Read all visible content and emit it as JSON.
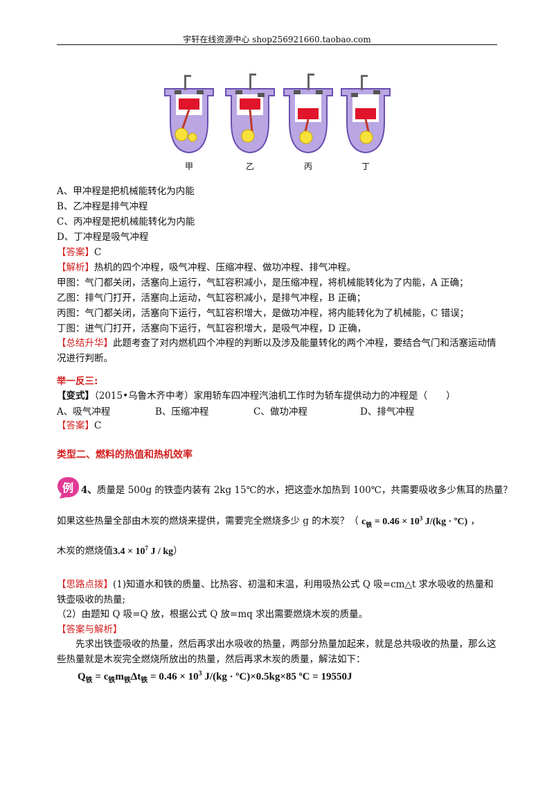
{
  "header": {
    "text": "宇轩在线资源中心   shop256921660.taobao.com"
  },
  "figure": {
    "labels": [
      "甲",
      "乙",
      "丙",
      "丁"
    ]
  },
  "options": [
    "A、甲冲程是把机械能转化为内能",
    "B、乙冲程是排气冲程",
    "C、丙冲程是把机械能转化为内能",
    "D、丁冲程是吸气冲程"
  ],
  "answer1": {
    "tag": "【答案】",
    "value": "C"
  },
  "analysis": {
    "tag": "【解析】",
    "intro": "热机的四个冲程，吸气冲程、压缩冲程、做功冲程、排气冲程。",
    "lines": [
      "甲图：气门都关闭，活塞向上运行，气缸容积减小，是压缩冲程，将机械能转化为了内能，A 正确；",
      "乙图：排气门打开，活塞向上运动，气缸容积减小，是排气冲程，B 正确；",
      "丙图：气门都关闭，活塞向下运行，气缸容积增大，是做功冲程，将内能转化为了机械能，C 错误；",
      "丁图：进气门打开，活塞向下运行，气缸容积增大，是吸气冲程，D 正确，"
    ]
  },
  "summary": {
    "tag": "【总结升华】",
    "text": "此题考查了对内燃机四个冲程的判断以及涉及能量转化的两个冲程，要结合气门和活塞运动情况进行判断。"
  },
  "variant": {
    "heading": "举一反三:",
    "tag": "【变式】",
    "question": "（2015•乌鲁木齐中考）家用轿车四冲程汽油机工作时为轿车提供动力的冲程是（　　）",
    "options": [
      "A、吸气冲程",
      "B、压缩冲程",
      "C、做功冲程",
      "D、排气冲程"
    ],
    "answer_tag": "【答案】",
    "answer": "C"
  },
  "section2": {
    "title": "类型二、燃料的热值和热机效率"
  },
  "example4": {
    "badge": "例",
    "number": "4、",
    "line1": "质量是 500g 的铁壶内装有 2kg  15℃的水，把这壶水加热到 100℃，共需要吸收多少焦耳的热量？",
    "line2": "如果这些热量全部由木炭的燃烧来提供，需要完全燃烧多少 g 的木炭？（",
    "line2_end": "，",
    "c_iron_c": "c",
    "c_iron_sub": "铁",
    "c_iron_val": " = 0.46 × 10",
    "c_iron_exp": "3",
    "c_iron_unit": " J/(kg · ºC)",
    "line3": "木炭的燃烧值",
    "q_val": "3.4 × 10",
    "q_exp": "7",
    "q_unit": " J / kg",
    "line3_end": "）"
  },
  "hint": {
    "tag": "【思路点拨】",
    "part1": "(1)知道水和铁的质量、比热容、初温和末温，利用吸热公式 Q 吸=cm△t 求水吸收的热量和铁壶吸收的热量;",
    "part2": "（2）由题知 Q 吸=Q 放，根据公式 Q 放=mq 求出需要燃烧木炭的质量。"
  },
  "solution": {
    "tag": "【答案与解析】",
    "text": "先求出铁壶吸收的热量，然后再求出水吸收的热量，两部分热量加起来，就是总共吸收的热量，那么这些热量就是木炭完全燃烧所放出的热量，然后再求木炭的质量，解法如下：",
    "eq_q": "Q",
    "eq_sub": "铁",
    "eq_mid": " = c",
    "eq_m": "m",
    "eq_dt": "Δt",
    "eq_rest": " = 0.46 × 10",
    "eq_exp": "3",
    "eq_tail": " J/(kg · ºC)×0.5kg×85 ºC = 19550J"
  }
}
